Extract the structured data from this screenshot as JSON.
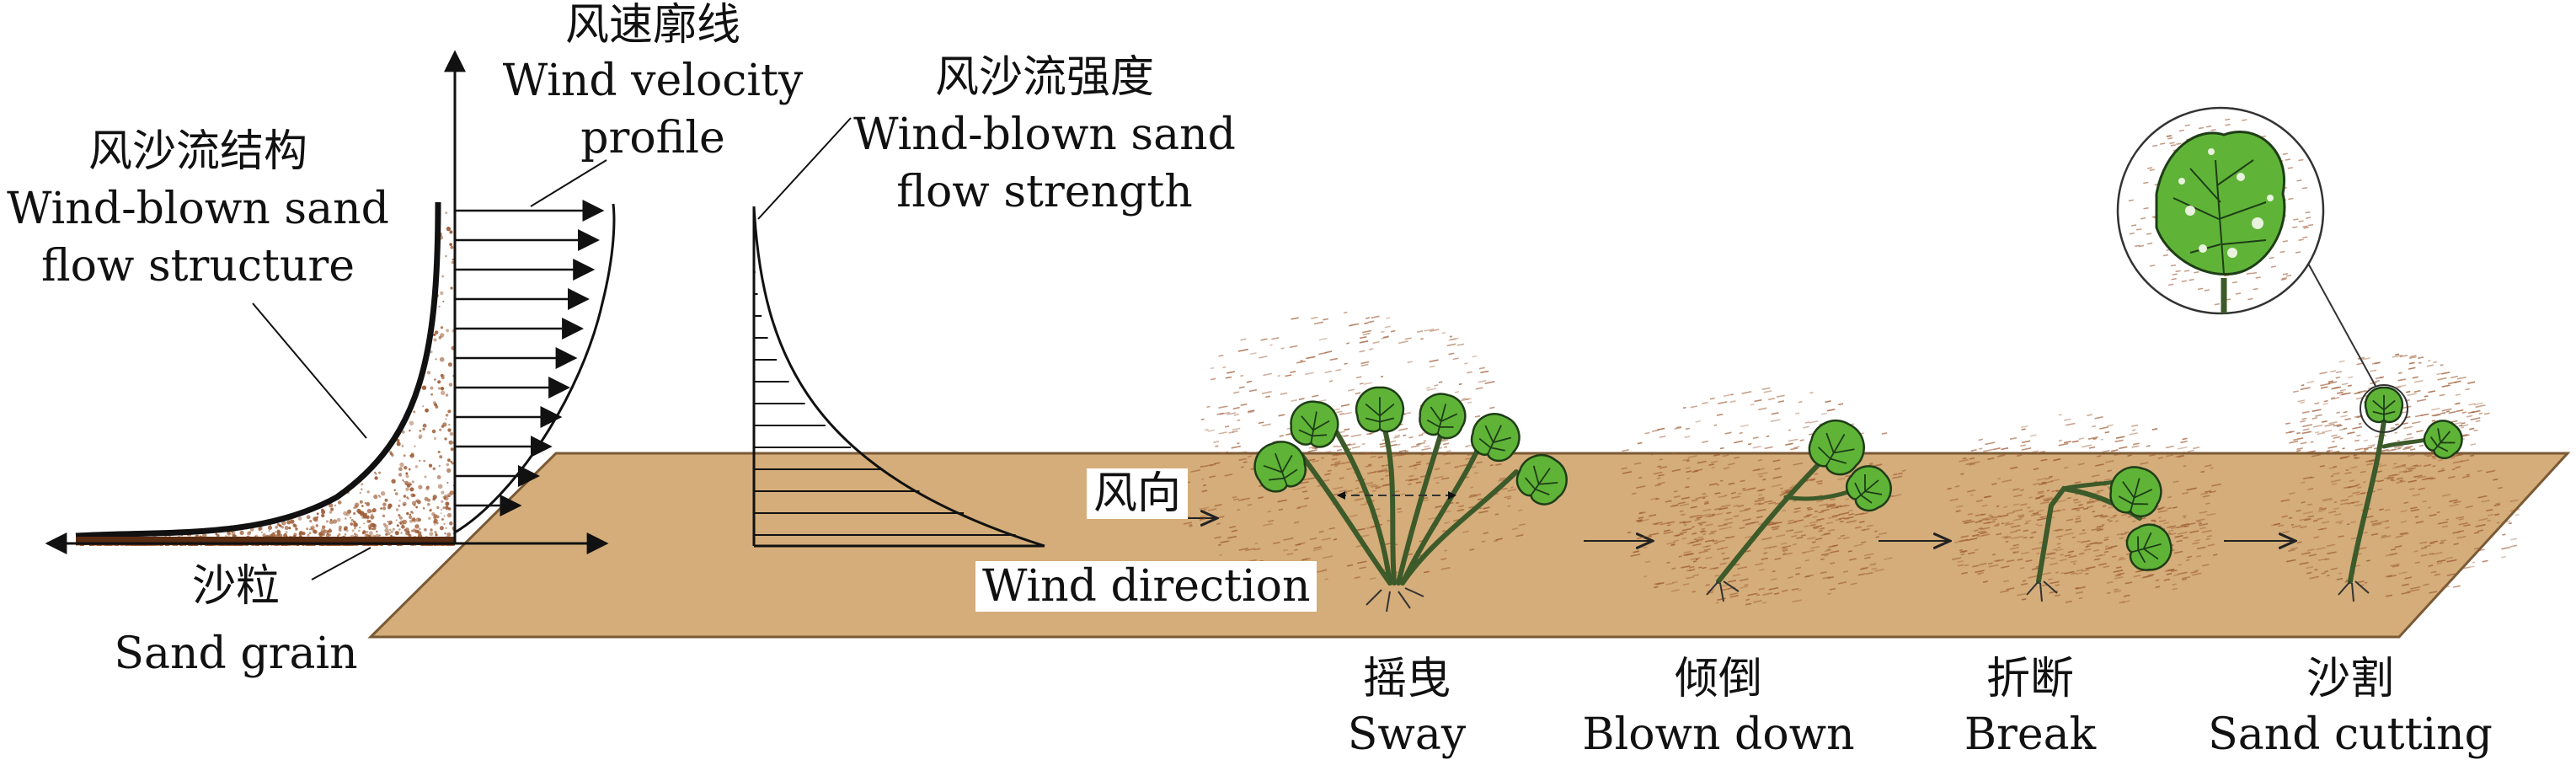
{
  "colors": {
    "ground": "#d4ad7a",
    "ground_edge": "#7a5a35",
    "sand_grain": "#9c5a32",
    "leaf": "#5fb437",
    "leaf_vein": "#1f3d17",
    "stem": "#3d5a2a",
    "line": "#111111"
  },
  "labels": {
    "structure_cn": "风沙流结构",
    "structure_en_1": "Wind-blown sand",
    "structure_en_2": "flow structure",
    "velocity_cn": "风速廓线",
    "velocity_en_1": "Wind velocity",
    "velocity_en_2": "profile",
    "strength_cn": "风沙流强度",
    "strength_en_1": "Wind-blown sand",
    "strength_en_2": "flow strength",
    "grain_cn": "沙粒",
    "grain_en": "Sand grain",
    "direction_cn": "风向",
    "direction_en": "Wind direction"
  },
  "stages": [
    {
      "cn": "摇曳",
      "en": "Sway"
    },
    {
      "cn": "倾倒",
      "en": "Blown down"
    },
    {
      "cn": "折断",
      "en": "Break"
    },
    {
      "cn": "沙割",
      "en": "Sand cutting"
    }
  ]
}
